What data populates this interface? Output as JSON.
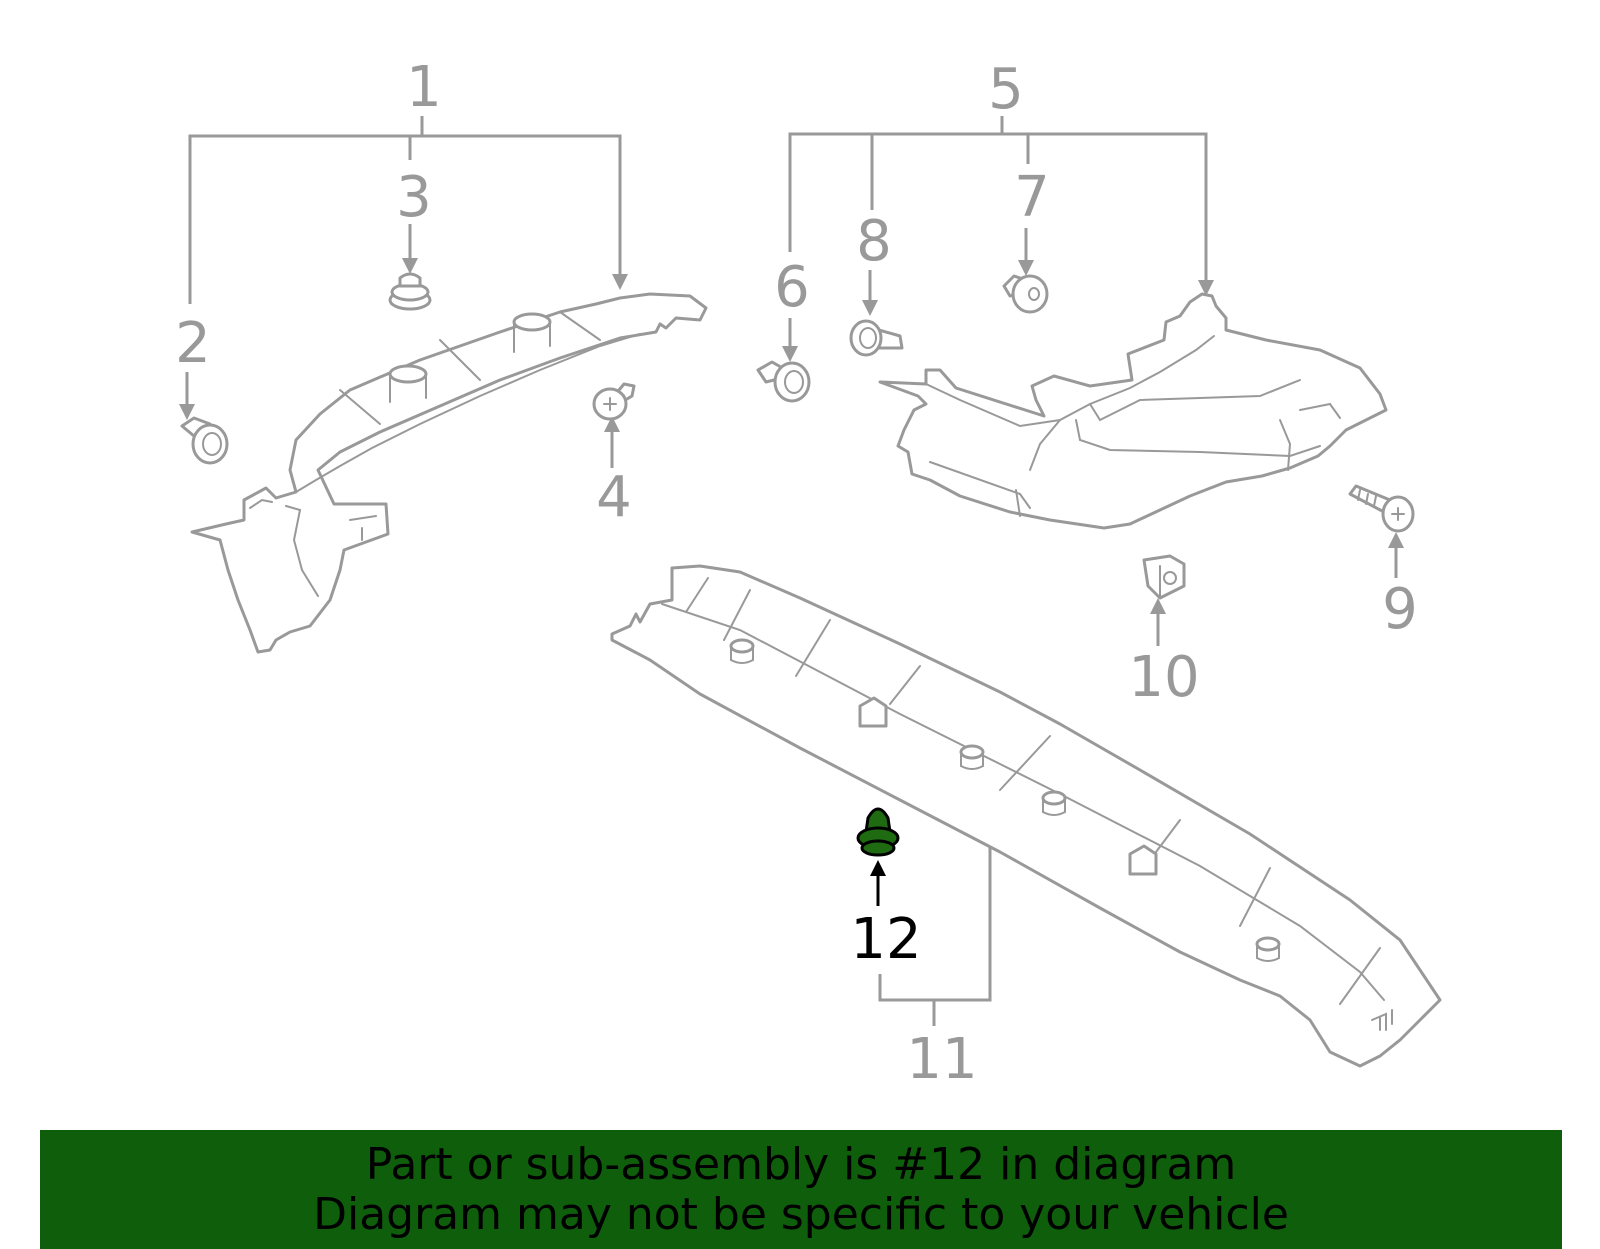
{
  "diagram": {
    "callouts": [
      {
        "id": "1",
        "label": "1"
      },
      {
        "id": "2",
        "label": "2"
      },
      {
        "id": "3",
        "label": "3"
      },
      {
        "id": "4",
        "label": "4"
      },
      {
        "id": "5",
        "label": "5"
      },
      {
        "id": "6",
        "label": "6"
      },
      {
        "id": "7",
        "label": "7"
      },
      {
        "id": "8",
        "label": "8"
      },
      {
        "id": "9",
        "label": "9"
      },
      {
        "id": "10",
        "label": "10"
      },
      {
        "id": "11",
        "label": "11"
      },
      {
        "id": "12",
        "label": "12"
      }
    ],
    "highlighted_part": "12",
    "highlight_color": "#1e6b12",
    "line_color": "#999999"
  },
  "banner": {
    "line1": "Part or sub-assembly is #12 in diagram",
    "line2": "Diagram may not be specific to your vehicle",
    "background": "#0f5e0b"
  }
}
